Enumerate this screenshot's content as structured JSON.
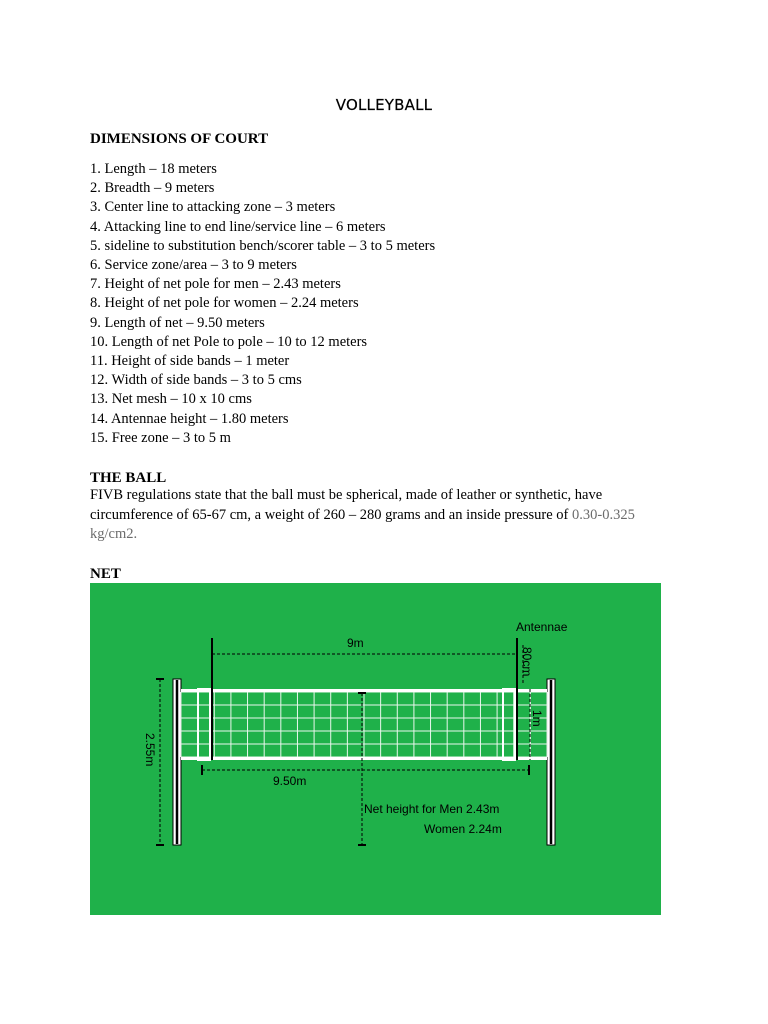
{
  "title": "VOLLEYBALL",
  "court": {
    "heading": "DIMENSIONS OF COURT",
    "items": [
      "1. Length – 18 meters",
      "2. Breadth – 9 meters",
      "3. Center line to attacking zone – 3 meters",
      "4. Attacking line to end line/service line – 6 meters",
      "5. sideline to substitution bench/scorer table – 3 to 5 meters",
      "6. Service zone/area – 3 to 9 meters",
      "7. Height of net pole for men – 2.43 meters",
      "8. Height of net pole for women – 2.24 meters",
      "9. Length of net – 9.50 meters",
      "10. Length of net Pole to pole – 10 to 12 meters",
      "11. Height of side bands – 1 meter",
      "12. Width of side bands – 3 to 5 cms",
      "13. Net mesh – 10 x 10 cms",
      "14. Antennae height – 1.80 meters",
      "15. Free zone – 3 to 5 m"
    ]
  },
  "ball": {
    "heading": "THE BALL",
    "text_main": "FIVB regulations state that the ball must be spherical, made of leather or synthetic, have circumference of 65-67 cm, a weight of 260 – 280 grams and an inside pressure of ",
    "text_pressure": "0.30-0.325 kg/cm2."
  },
  "net": {
    "heading": "NET",
    "figure": {
      "label_antennae": "Antennae",
      "label_9m": "9m",
      "label_80cm": "80cm",
      "label_1m": "1m",
      "label_255m": "2.55m",
      "label_950m": "9.50m",
      "label_men": "Net height for Men  2.43m",
      "label_women": "Women  2.24m",
      "bg_color": "#1fb14a"
    }
  }
}
